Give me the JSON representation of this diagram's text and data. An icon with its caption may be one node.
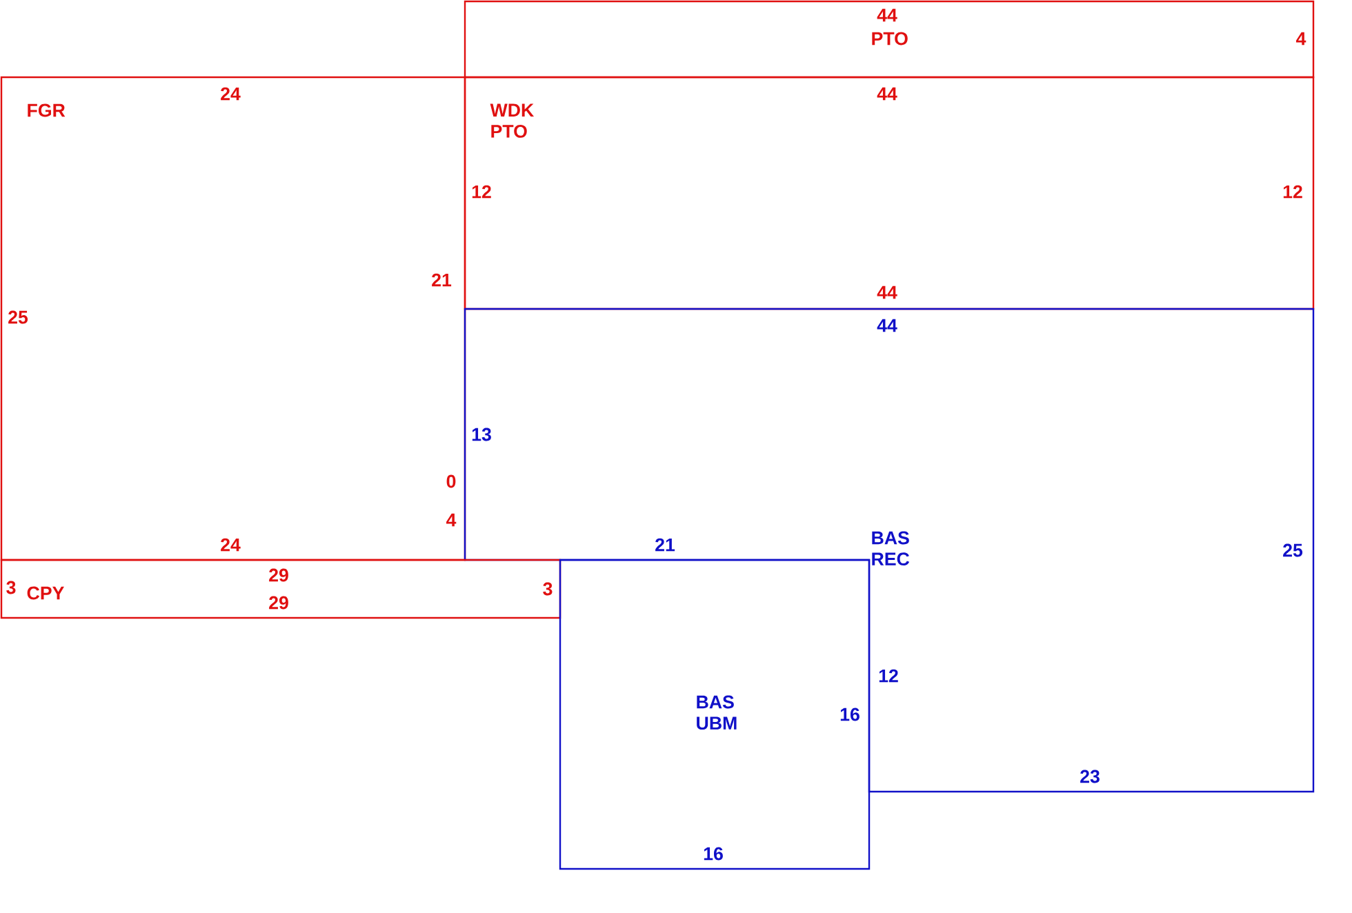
{
  "diagram": {
    "nodes": [
      {
        "text": [
          "PTO"
        ]
      },
      {
        "text": [
          "FGR"
        ]
      },
      {
        "text": [
          "WDK PTO"
        ]
      },
      {
        "text": [
          "BAS REC"
        ]
      },
      {
        "text": [
          "CPY"
        ]
      },
      {
        "text": [
          "BAS UBM"
        ]
      }
    ],
    "labels": [
      "44",
      "4",
      "24",
      "44",
      "12",
      "12",
      "21",
      "44",
      "25",
      "44",
      "13",
      "0",
      "4",
      "24",
      "21",
      "25",
      "3",
      "29",
      "29",
      "3",
      "12",
      "16",
      "23",
      "16"
    ]
  }
}
